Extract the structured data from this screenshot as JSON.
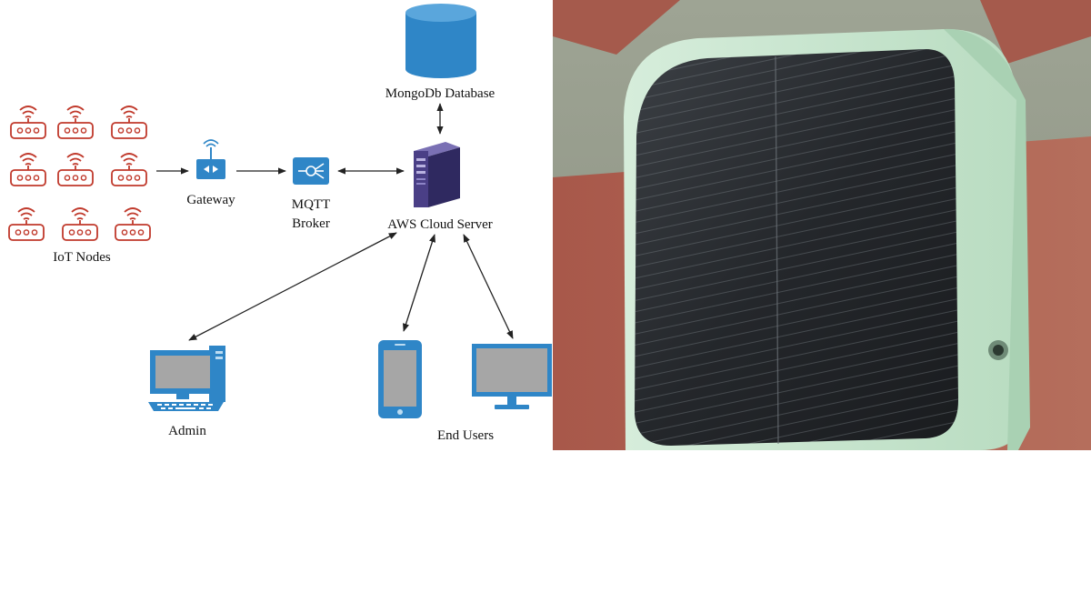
{
  "diagram": {
    "labels": {
      "iot_nodes": "IoT Nodes",
      "gateway": "Gateway",
      "mqtt_line1": "MQTT",
      "mqtt_line2": "Broker",
      "aws": "AWS Cloud Server",
      "mongodb": "MongoDb Database",
      "admin": "Admin",
      "end_users": "End Users"
    },
    "icons": {
      "iot_node": "wifi-router-icon",
      "gateway": "gateway-antenna-icon",
      "mqtt": "mqtt-broker-icon",
      "server": "server-tower-icon",
      "database": "database-cylinder-icon",
      "admin": "desktop-computer-icon",
      "phone": "smartphone-icon",
      "monitor": "monitor-icon"
    },
    "colors": {
      "iot_red": "#c0392b",
      "accent_blue": "#2f86c7",
      "server_purple": "#4a3f86",
      "screen_gray": "#a6a6a6",
      "sensor_green": "#c9e6cf"
    }
  },
  "photo": {
    "subject": "solar-powered-sensor-enclosure"
  }
}
